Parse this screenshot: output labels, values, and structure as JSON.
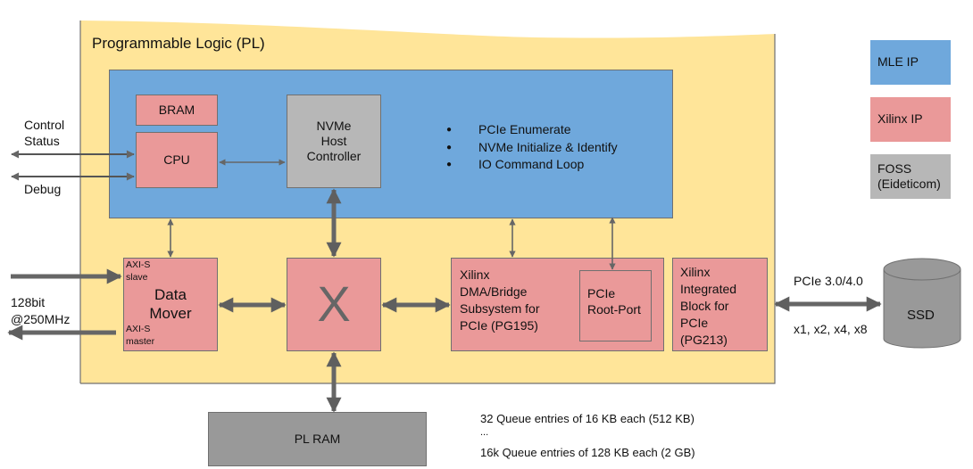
{
  "title": "Programmable Logic (PL)",
  "legend": [
    {
      "label": "MLE IP",
      "color": "#6fa8dc"
    },
    {
      "label": "Xilinx IP",
      "color": "#ea9999"
    },
    {
      "label": "FOSS\n(Eideticom)",
      "color": "#b7b7b7"
    }
  ],
  "colors": {
    "pl_region": "#ffe599",
    "mle": "#6fa8dc",
    "xilinx": "#ea9999",
    "foss": "#b7b7b7",
    "ram": "#999999",
    "arrow": "#666666"
  },
  "blocks": {
    "bram": "BRAM",
    "cpu": "CPU",
    "nvme": "NVMe\nHost\nController",
    "data_mover": {
      "label": "Data\nMover",
      "slave": "AXI-S\nslave",
      "master": "AXI-S\nmaster"
    },
    "crossbar": "X",
    "dma": "Xilinx\nDMA/Bridge\nSubsystem for\nPCIe (PG195)",
    "root_port": "PCIe\nRoot-Port",
    "integrated": "Xilinx\nIntegrated\nBlock for\nPCIe\n(PG213)",
    "ssd": "SSD",
    "pl_ram": "PL RAM"
  },
  "mle_tasks": [
    "PCIe Enumerate",
    "NVMe Initialize & Identify",
    "IO Command Loop"
  ],
  "labels": {
    "control_status": "Control\nStatus",
    "debug": "Debug",
    "stream": "128bit\n@250MHz",
    "pcie_gen": "PCIe 3.0/4.0",
    "pcie_lanes": "x1, x2, x4, x8",
    "ram_note_1": "32 Queue entries of 16 KB each (512 KB)",
    "ram_note_ellipsis": "...",
    "ram_note_2": "16k Queue entries of 128 KB each (2 GB)"
  }
}
